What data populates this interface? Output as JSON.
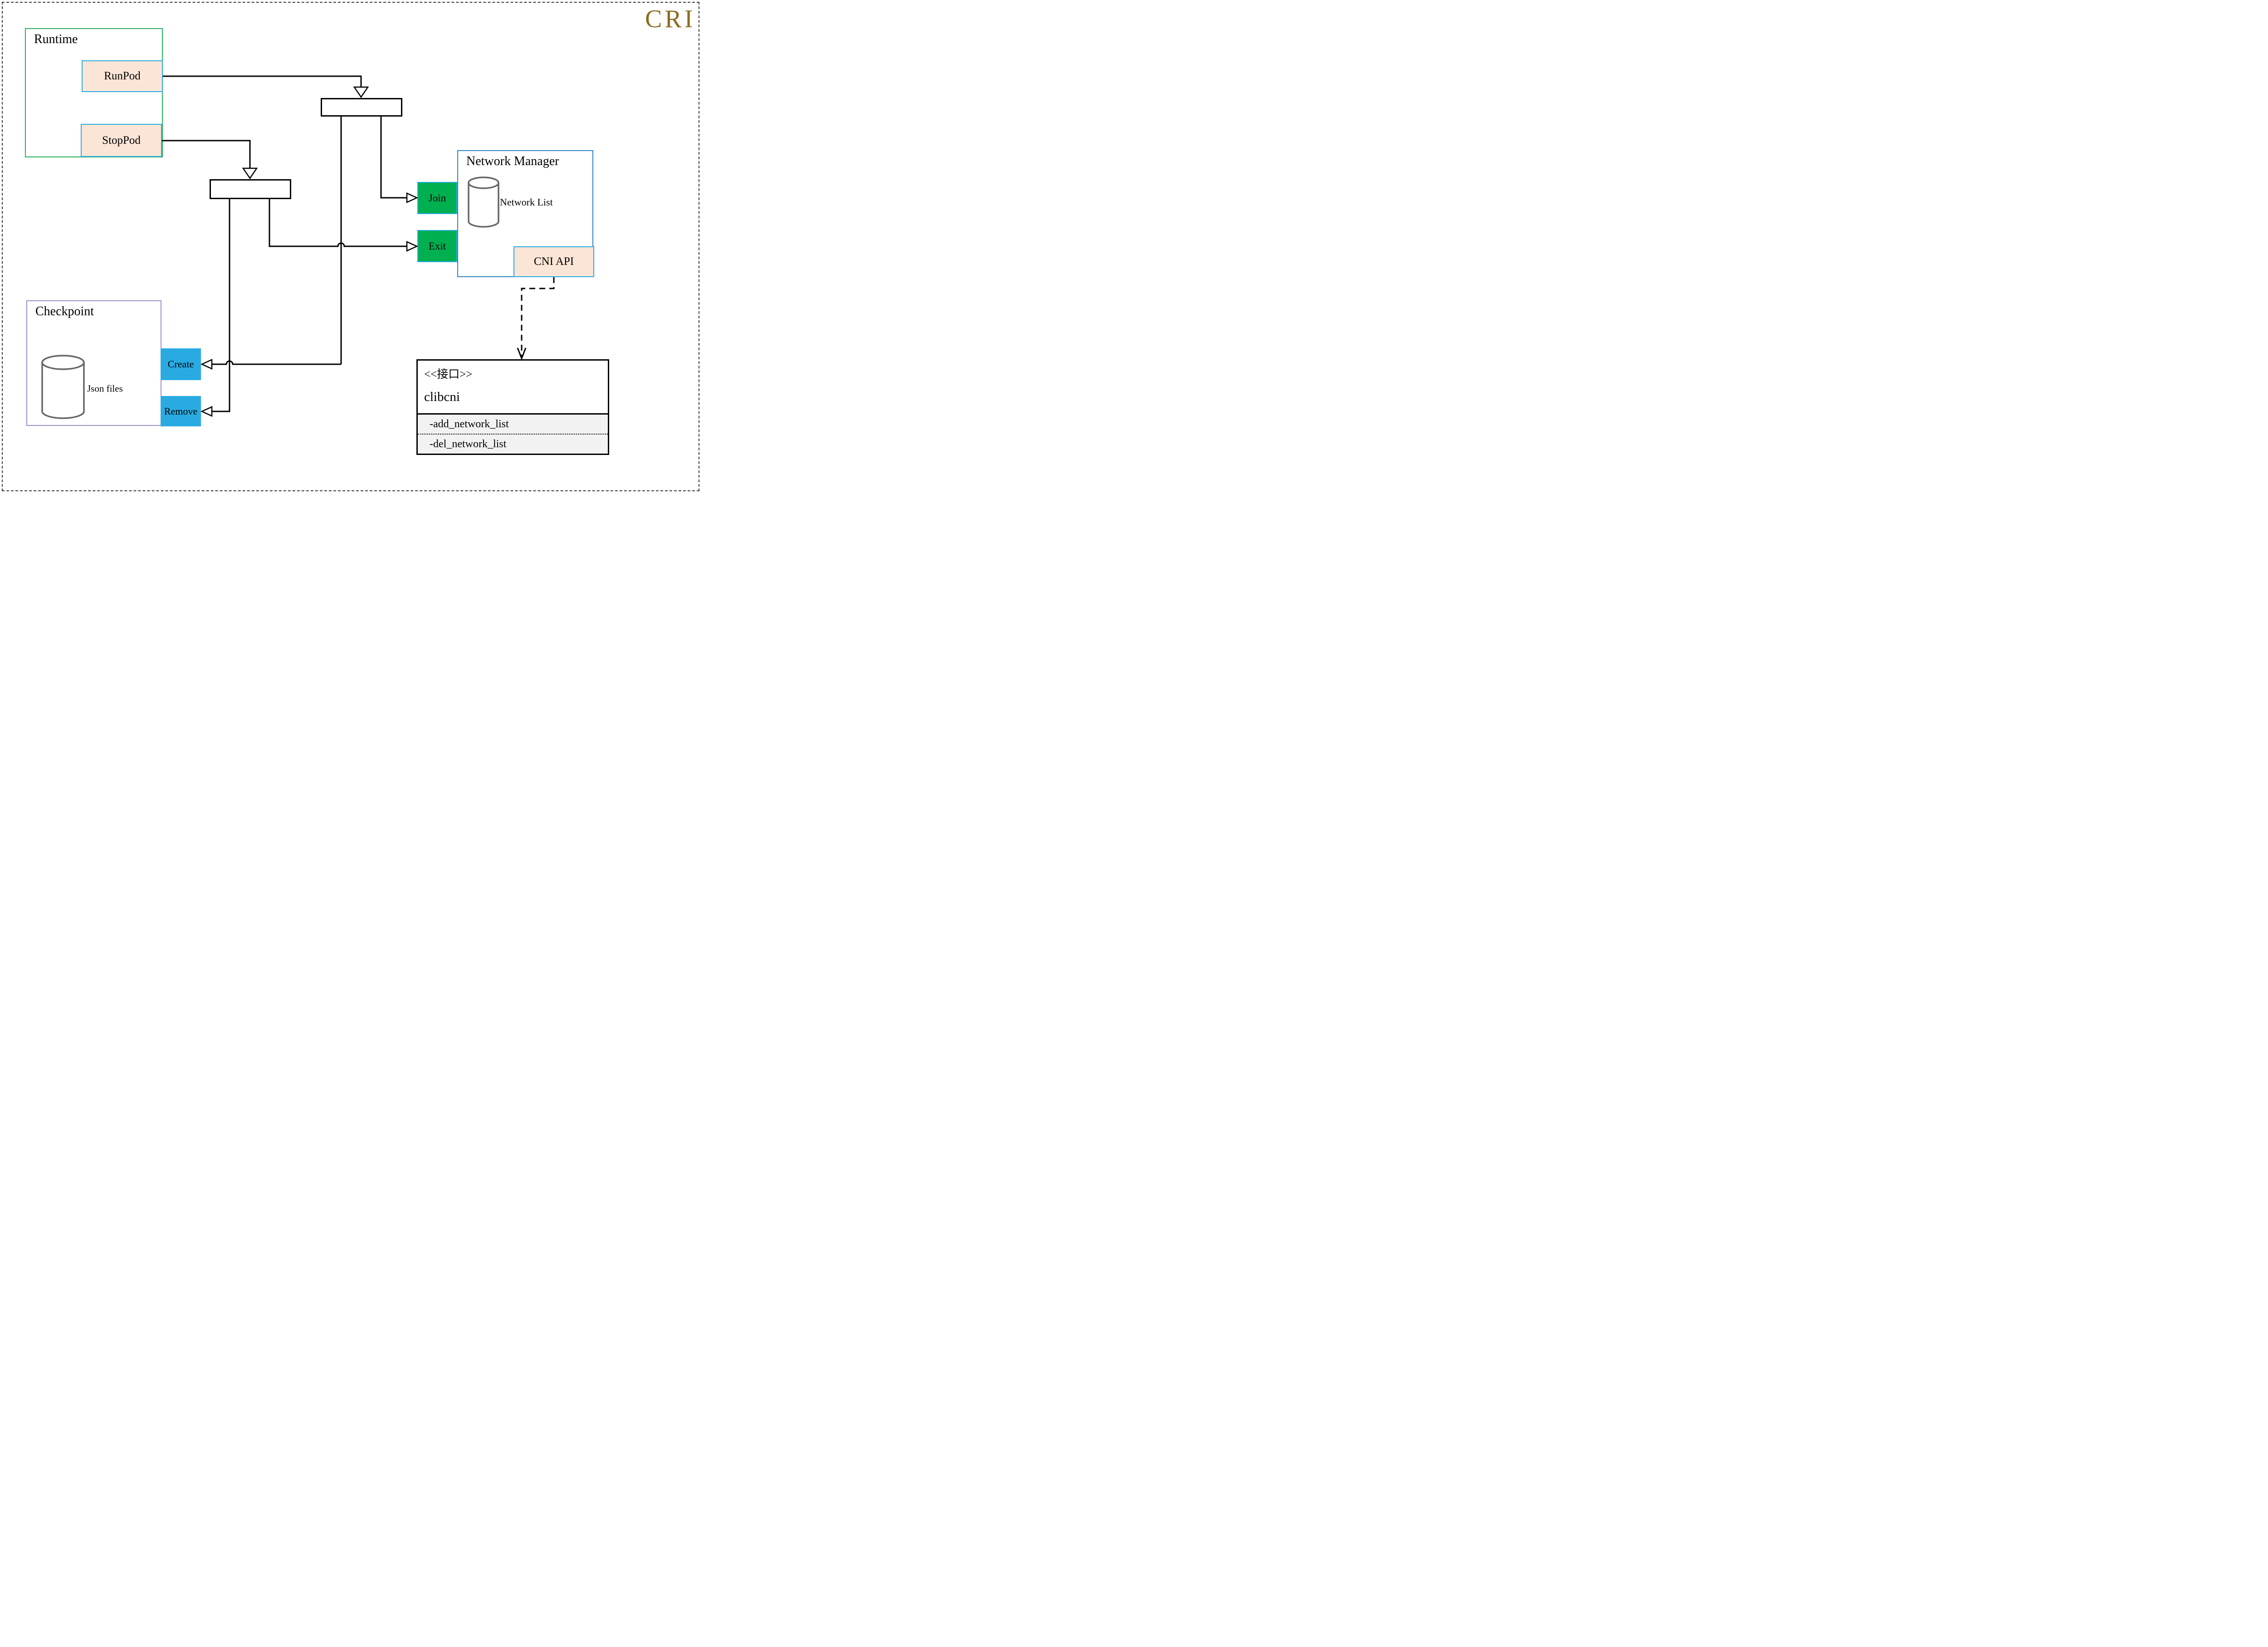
{
  "title": "CRI",
  "colors": {
    "accent_gold": "#8C6D1F",
    "runtime_border_green": "#27AE60",
    "action_green": "#00B050",
    "action_cyan": "#29ABE2",
    "api_peach": "#FBE5D6",
    "network_manager_border": "#2E86C1",
    "checkpoint_border": "#9E8FC8",
    "uml_attr_background": "#F2F2F2"
  },
  "runtime": {
    "label": "Runtime",
    "buttons": [
      {
        "label": "RunPod"
      },
      {
        "label": "StopPod"
      }
    ]
  },
  "network_manager": {
    "label": "Network Manager",
    "datastore_label": "Network List",
    "buttons": [
      {
        "label": "Join"
      },
      {
        "label": "Exit"
      }
    ],
    "api_label": "CNI API"
  },
  "checkpoint": {
    "label": "Checkpoint",
    "datastore_label": "Json files",
    "buttons": [
      {
        "label": "Create"
      },
      {
        "label": "Remove"
      }
    ]
  },
  "interface_class": {
    "stereotype": "<<接口>>",
    "name": "clibcni",
    "attributes": [
      "-add_network_list",
      "-del_network_list"
    ]
  }
}
